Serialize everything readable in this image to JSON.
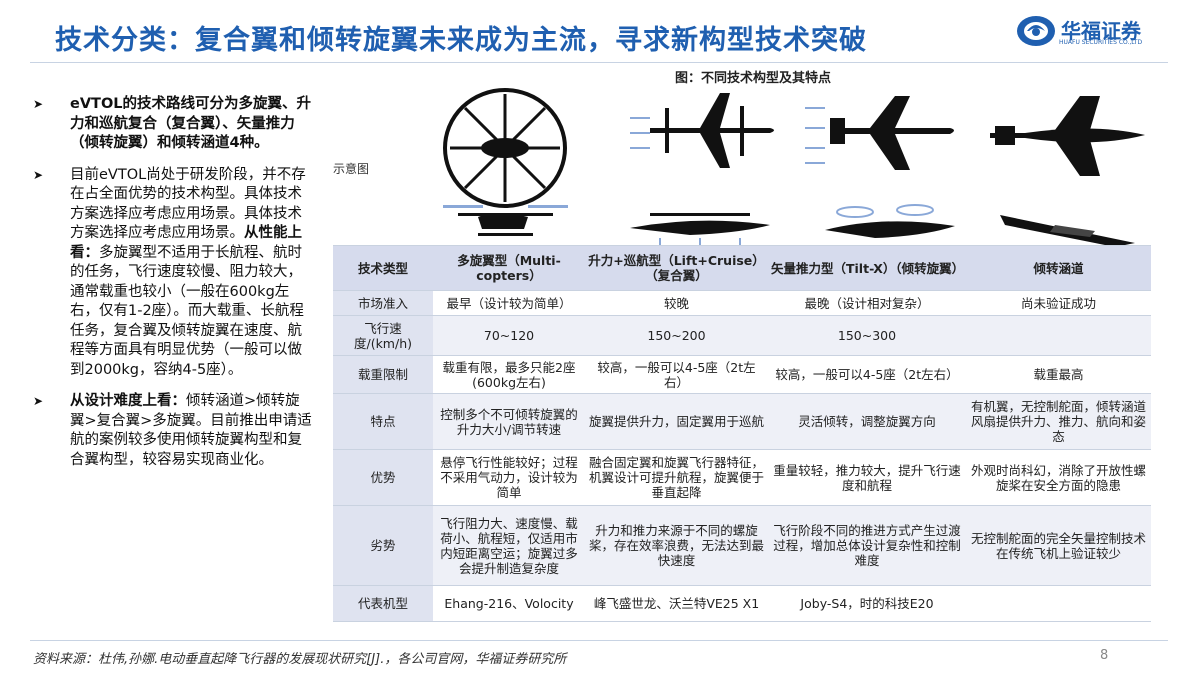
{
  "header": {
    "title": "技术分类：复合翼和倾转旋翼未来成为主流，寻求新构型技术突破",
    "logo_text": "华福证券",
    "logo_sub": "HUAFU SECURITIES CO.,LTD"
  },
  "bullets": [
    {
      "bold": "eVTOL的技术路线可分为多旋翼、升力和巡航复合（复合翼）、矢量推力（倾转旋翼）和倾转涵道4种。",
      "text": ""
    },
    {
      "bold": "",
      "text": "目前eVTOL尚处于研发阶段，并不存在占全面优势的技术构型。具体技术方案选择应考虑应用场景。具体技术方案选择应考虑应用场景。",
      "bold2": "从性能上看：",
      "text2": "多旋翼型不适用于长航程、航时的任务，飞行速度较慢、阻力较大，通常载重也较小（一般在600kg左右，仅有1-2座）。而大载重、长航程任务，复合翼及倾转旋翼在速度、航程等方面具有明显优势（一般可以做到2000kg，容纳4-5座）。"
    },
    {
      "bold": "从设计难度上看：",
      "text": "倾转涵道>倾转旋翼>复合翼>多旋翼。目前推出申请适航的案例较多使用倾转旋翼构型和复合翼构型，较容易实现商业化。"
    }
  ],
  "figure": {
    "title": "图：不同技术构型及其特点",
    "schematic_label": "示意图"
  },
  "table": {
    "headers": [
      "技术类型",
      "多旋翼型（Multi-copters）",
      "升力+巡航型（Lift+Cruise）（复合翼）",
      "矢量推力型（Tilt-X）（倾转旋翼）",
      "倾转涵道"
    ],
    "rows": [
      [
        "市场准入",
        "最早（设计较为简单）",
        "较晚",
        "最晚（设计相对复杂）",
        "尚未验证成功"
      ],
      [
        "飞行速度/(km/h)",
        "70~120",
        "150~200",
        "150~300",
        ""
      ],
      [
        "载重限制",
        "载重有限，最多只能2座(600kg左右)",
        "较高，一般可以4-5座（2t左右）",
        "较高，一般可以4-5座（2t左右）",
        "载重最高"
      ],
      [
        "特点",
        "控制多个不可倾转旋翼的升力大小/调节转速",
        "旋翼提供升力，固定翼用于巡航",
        "灵活倾转，调整旋翼方向",
        "有机翼，无控制舵面，倾转涵道风扇提供升力、推力、航向和姿态"
      ],
      [
        "优势",
        "悬停飞行性能较好；过程不采用气动力，设计较为简单",
        "融合固定翼和旋翼飞行器特征，机翼设计可提升航程，旋翼便于垂直起降",
        "重量较轻，推力较大，提升飞行速度和航程",
        "外观时尚科幻，消除了开放性螺旋桨在安全方面的隐患"
      ],
      [
        "劣势",
        "飞行阻力大、速度慢、载荷小、航程短，仅适用市内短距离空运；旋翼过多会提升制造复杂度",
        "升力和推力来源于不同的螺旋桨，存在效率浪费，无法达到最快速度",
        "飞行阶段不同的推进方式产生过渡过程，增加总体设计复杂性和控制难度",
        "无控制舵面的完全矢量控制技术在传统飞机上验证较少"
      ],
      [
        "代表机型",
        "Ehang-216、Volocity",
        "峰飞盛世龙、沃兰特VE25 X1",
        "Joby-S4，时的科技E20",
        ""
      ]
    ]
  },
  "footer": {
    "source": "资料来源：杜伟,孙娜.电动垂直起降飞行器的发展现状研究[J].，各公司官网，华福证券研究所",
    "page": "8"
  },
  "colors": {
    "title": "#1f5fb0",
    "header_bg": "#d6dbed",
    "row_alt": "#eef0f7"
  }
}
